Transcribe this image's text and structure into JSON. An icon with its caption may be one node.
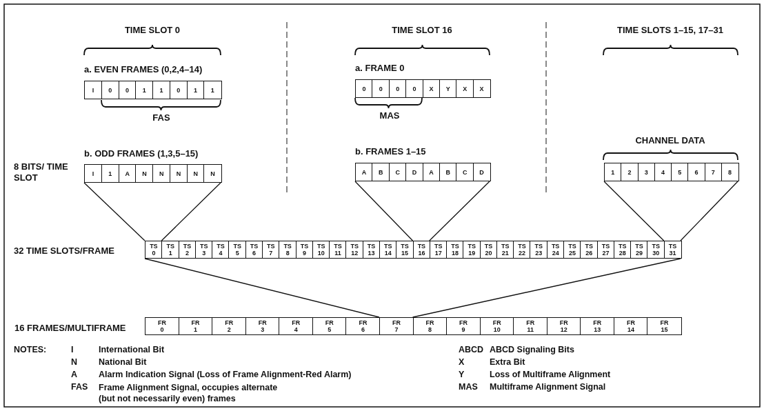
{
  "diagram": {
    "nodes": [
      {
        "text": [
          "I"
        ]
      },
      {
        "text": [
          "0"
        ]
      },
      {
        "text": [
          "0"
        ]
      },
      {
        "text": [
          "1"
        ]
      },
      {
        "text": [
          "1"
        ]
      },
      {
        "text": [
          "0"
        ]
      },
      {
        "text": [
          "1"
        ]
      },
      {
        "text": [
          "1"
        ]
      },
      {
        "text": [
          "0"
        ]
      },
      {
        "text": [
          "0"
        ]
      },
      {
        "text": [
          "0"
        ]
      },
      {
        "text": [
          "0"
        ]
      },
      {
        "text": [
          "X"
        ]
      },
      {
        "text": [
          "Y"
        ]
      },
      {
        "text": [
          "X"
        ]
      },
      {
        "text": [
          "X"
        ]
      },
      {
        "text": [
          "I"
        ]
      },
      {
        "text": [
          "1"
        ]
      },
      {
        "text": [
          "A"
        ]
      },
      {
        "text": [
          "N"
        ]
      },
      {
        "text": [
          "N"
        ]
      },
      {
        "text": [
          "N"
        ]
      },
      {
        "text": [
          "N"
        ]
      },
      {
        "text": [
          "N"
        ]
      },
      {
        "text": [
          "A"
        ]
      },
      {
        "text": [
          "B"
        ]
      },
      {
        "text": [
          "C"
        ]
      },
      {
        "text": [
          "D"
        ]
      },
      {
        "text": [
          "A"
        ]
      },
      {
        "text": [
          "B"
        ]
      },
      {
        "text": [
          "C"
        ]
      },
      {
        "text": [
          "D"
        ]
      },
      {
        "text": [
          "1"
        ]
      },
      {
        "text": [
          "2"
        ]
      },
      {
        "text": [
          "3"
        ]
      },
      {
        "text": [
          "4"
        ]
      },
      {
        "text": [
          "5"
        ]
      },
      {
        "text": [
          "6"
        ]
      },
      {
        "text": [
          "7"
        ]
      },
      {
        "text": [
          "8"
        ]
      },
      {
        "text": [
          "TS 0"
        ]
      },
      {
        "text": [
          "TS 1"
        ]
      },
      {
        "text": [
          "TS 2"
        ]
      },
      {
        "text": [
          "TS 3"
        ]
      },
      {
        "text": [
          "TS 4"
        ]
      },
      {
        "text": [
          "TS 5"
        ]
      },
      {
        "text": [
          "TS 6"
        ]
      },
      {
        "text": [
          "TS 7"
        ]
      },
      {
        "text": [
          "TS 8"
        ]
      },
      {
        "text": [
          "TS 9"
        ]
      },
      {
        "text": [
          "TS 10"
        ]
      },
      {
        "text": [
          "TS 11"
        ]
      },
      {
        "text": [
          "TS 12"
        ]
      },
      {
        "text": [
          "TS 13"
        ]
      },
      {
        "text": [
          "TS 14"
        ]
      },
      {
        "text": [
          "TS 15"
        ]
      },
      {
        "text": [
          "TS 16"
        ]
      },
      {
        "text": [
          "TS 17"
        ]
      },
      {
        "text": [
          "TS 18"
        ]
      },
      {
        "text": [
          "TS 19"
        ]
      },
      {
        "text": [
          "TS 20"
        ]
      },
      {
        "text": [
          "TS 21"
        ]
      },
      {
        "text": [
          "TS 22"
        ]
      },
      {
        "text": [
          "TS 23"
        ]
      },
      {
        "text": [
          "TS 24"
        ]
      },
      {
        "text": [
          "TS 25"
        ]
      },
      {
        "text": [
          "TS 26"
        ]
      },
      {
        "text": [
          "TS 27"
        ]
      },
      {
        "text": [
          "TS 28"
        ]
      },
      {
        "text": [
          "TS 29"
        ]
      },
      {
        "text": [
          "TS 30"
        ]
      },
      {
        "text": [
          "TS 31"
        ]
      },
      {
        "text": [
          "FR 0"
        ]
      },
      {
        "text": [
          "FR 1"
        ]
      },
      {
        "text": [
          "FR 2"
        ]
      },
      {
        "text": [
          "FR 3"
        ]
      },
      {
        "text": [
          "FR 4"
        ]
      },
      {
        "text": [
          "FR 5"
        ]
      },
      {
        "text": [
          "FR 6"
        ]
      },
      {
        "text": [
          "FR 7"
        ]
      },
      {
        "text": [
          "FR 8"
        ]
      },
      {
        "text": [
          "FR 9"
        ]
      },
      {
        "text": [
          "FR 10"
        ]
      },
      {
        "text": [
          "FR 11"
        ]
      },
      {
        "text": [
          "FR 12"
        ]
      },
      {
        "text": [
          "FR 13"
        ]
      },
      {
        "text": [
          "FR 14"
        ]
      },
      {
        "text": [
          "FR 15"
        ]
      }
    ],
    "edges": [
      {
        "from": 16,
        "to": 40,
        "arrow": "none"
      },
      {
        "from": 23,
        "to": 40,
        "arrow": "none"
      },
      {
        "from": 24,
        "to": 56,
        "arrow": "none"
      },
      {
        "from": 31,
        "to": 56,
        "arrow": "none"
      },
      {
        "from": 32,
        "to": 71,
        "arrow": "none"
      },
      {
        "from": 39,
        "to": 71,
        "arrow": "none"
      },
      {
        "from": 40,
        "to": 79,
        "arrow": "none"
      },
      {
        "from": 71,
        "to": 79,
        "arrow": "none"
      }
    ],
    "labels": [
      "TIME SLOT 0",
      "TIME SLOT 16",
      "TIME SLOTS 1–15, 17–31",
      "a. EVEN FRAMES (0,2,4–14)",
      "a. FRAME 0",
      "FAS",
      "MAS",
      "CHANNEL DATA",
      "b. ODD FRAMES (1,3,5–15)",
      "b. FRAMES 1–15",
      "8 BITS/ TIME SLOT",
      "32 TIME SLOTS/FRAME",
      "16 FRAMES/MULTIFRAME",
      "NOTES:",
      "I",
      "International Bit",
      "ABCD",
      "ABCD Signaling Bits",
      "N",
      "National Bit",
      "X",
      "Extra Bit",
      "A",
      "Alarm Indication Signal (Loss of Frame Alignment-Red Alarm)",
      "Y",
      "Loss of Multiframe Alignment",
      "FAS",
      "Frame Alignment Signal, occupies alternate (but not necessarily even) frames",
      "MAS",
      "Multiframe Alignment Signal"
    ]
  }
}
